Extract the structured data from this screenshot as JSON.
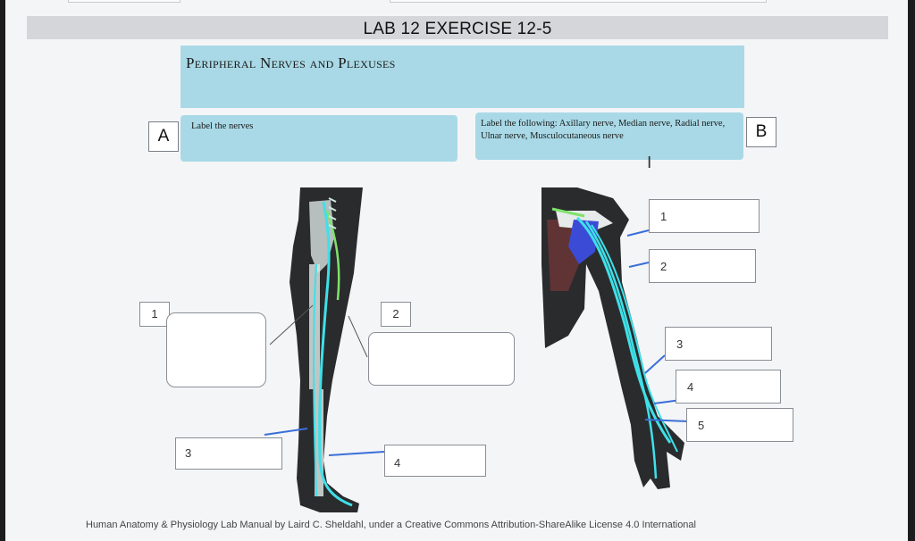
{
  "lab_title": "LAB 12 EXERCISE 12-5",
  "section_title": "Peripheral Nerves and Plexuses",
  "panel_a": {
    "letter": "A",
    "instruction": "Label the nerves",
    "box_numbers": [
      "1",
      "2",
      "3",
      "4"
    ]
  },
  "panel_b": {
    "letter": "B",
    "instruction": "Label the following: Axillary nerve, Median nerve, Radial nerve, Ulnar nerve, Musculocutaneous nerve",
    "box_numbers": [
      "1",
      "2",
      "3",
      "4",
      "5"
    ]
  },
  "cursor": "text-cursor-icon",
  "footer": "Human Anatomy & Physiology Lab Manual by Laird C. Sheldahl, under a Creative Commons Attribution-ShareAlike License 4.0 International",
  "colors": {
    "title_bg": "#a9d9e6",
    "header_bar": "#d4d6d9",
    "nerve_cyan": "#3fe0e8",
    "nerve_green": "#7ee36a",
    "arrow_blue": "#3a6fd8"
  }
}
